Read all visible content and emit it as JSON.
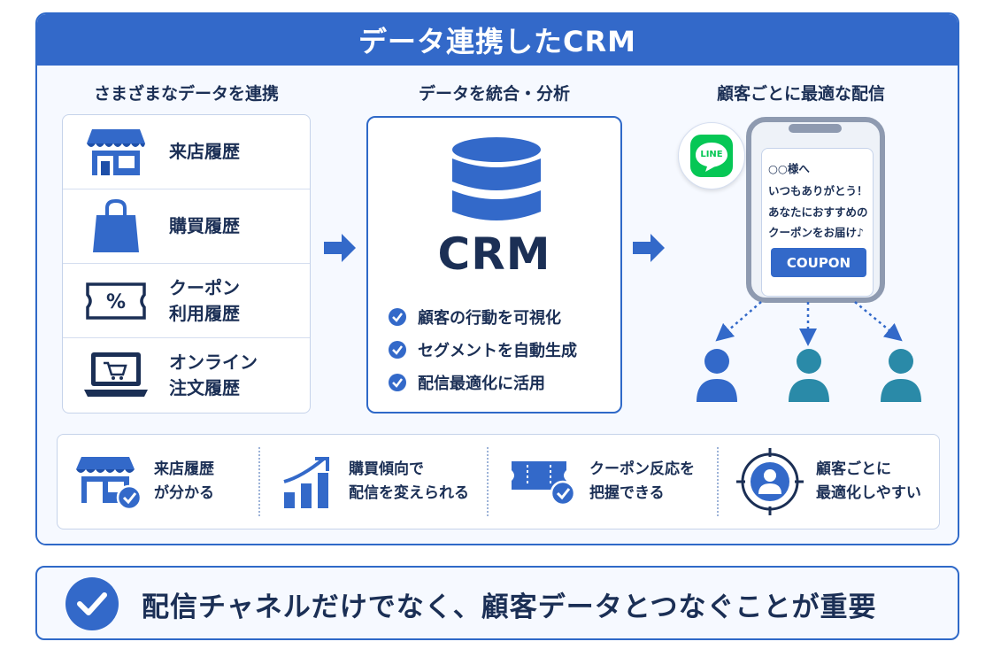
{
  "title": "データ連携したCRM",
  "sections": {
    "left_heading": "さまざまなデータを連携",
    "center_heading": "データを統合・分析",
    "right_heading": "顧客ごとに最適な配信"
  },
  "left_items": [
    {
      "icon": "store-icon",
      "line1": "来店履歴",
      "line2": ""
    },
    {
      "icon": "shopping-bag-icon",
      "line1": "購買履歴",
      "line2": ""
    },
    {
      "icon": "coupon-icon",
      "line1": "クーポン",
      "line2": "利用履歴"
    },
    {
      "icon": "laptop-cart-icon",
      "line1": "オンライン",
      "line2": "注文履歴"
    }
  ],
  "crm": {
    "label": "CRM",
    "checks": [
      "顧客の行動を可視化",
      "セグメントを自動生成",
      "配信最適化に活用"
    ]
  },
  "phone": {
    "badge": "LINE",
    "messages": [
      "○○様へ",
      "いつもありがとう！",
      "あなたにおすすめの",
      "クーポンをお届け♪"
    ],
    "coupon": "COUPON"
  },
  "features": [
    {
      "icon": "store-check-icon",
      "line1": "来店履歴",
      "line2": "が分かる"
    },
    {
      "icon": "growth-chart-icon",
      "line1": "購買傾向で",
      "line2": "配信を変えられる"
    },
    {
      "icon": "ticket-check-icon",
      "line1": "クーポン反応を",
      "line2": "把握できる"
    },
    {
      "icon": "target-user-icon",
      "line1": "顧客ごとに",
      "line2": "最適化しやすい"
    }
  ],
  "footer": "配信チャネルだけでなく、顧客データとつなぐことが重要",
  "colors": {
    "primary": "#3369c9",
    "navy": "#1b2f55",
    "teal": "#2a8aa8",
    "line_green": "#06c755"
  }
}
